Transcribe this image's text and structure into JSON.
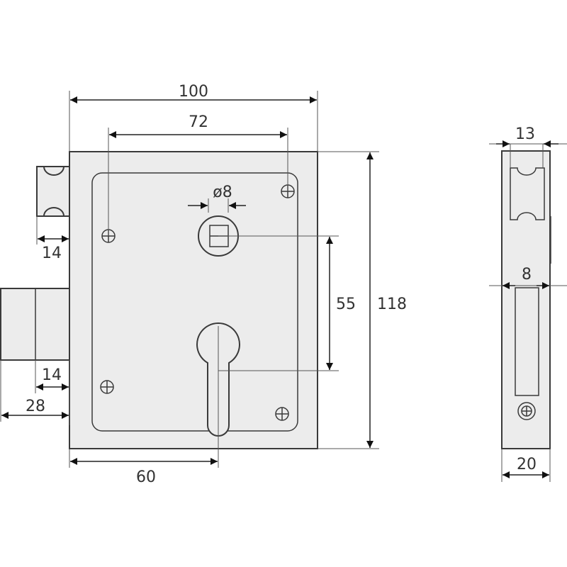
{
  "title": "Rim lock technical drawing",
  "dimensions": {
    "width_total": "100",
    "hole_spacing": "72",
    "spindle": "ø8",
    "latch_projection": "14",
    "bolt_inner": "14",
    "bolt_projection": "28",
    "backset": "60",
    "center_distance": "55",
    "height_total": "118",
    "side_latch": "13",
    "side_bolt": "8",
    "side_depth": "20"
  },
  "colors": {
    "fill": "#ececec",
    "stroke": "#3a3a3a"
  }
}
